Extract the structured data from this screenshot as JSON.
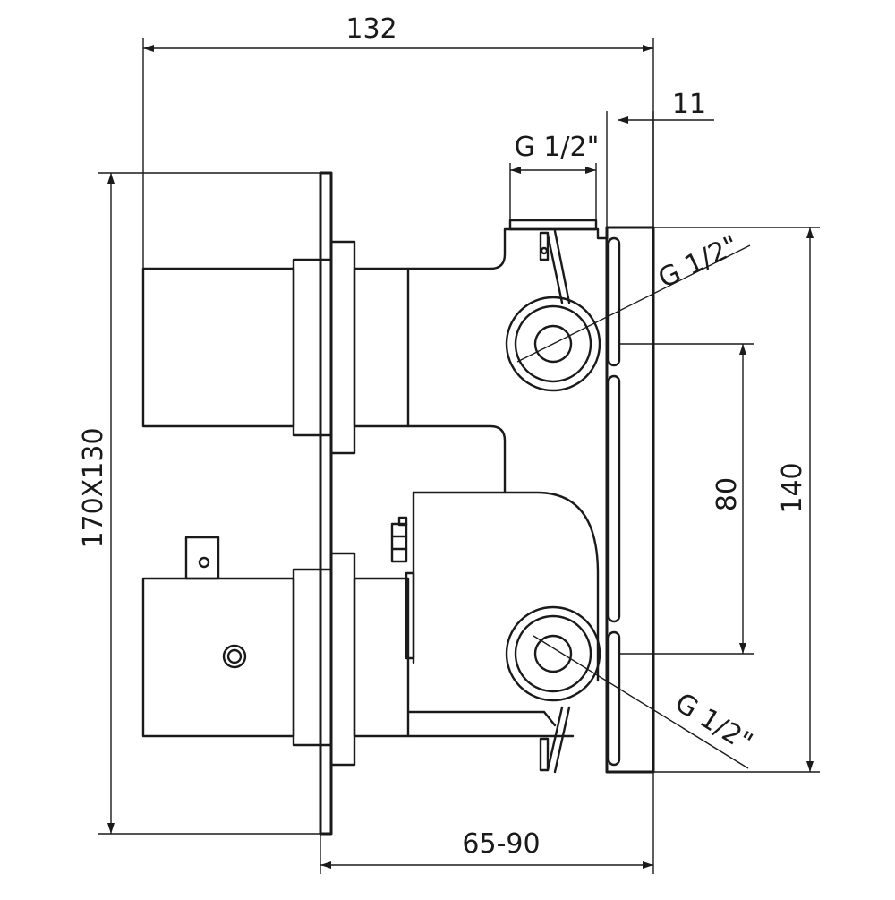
{
  "dimensions": {
    "overall_width": "132",
    "plate_thickness": "11",
    "plate_size": "170X130",
    "inlet_spacing": "80",
    "body_height": "140",
    "wall_depth": "65-90"
  },
  "threads": {
    "top_outlet": "G 1/2\"",
    "upper_inlet": "G 1/2\"",
    "lower_inlet": "G 1/2\""
  }
}
